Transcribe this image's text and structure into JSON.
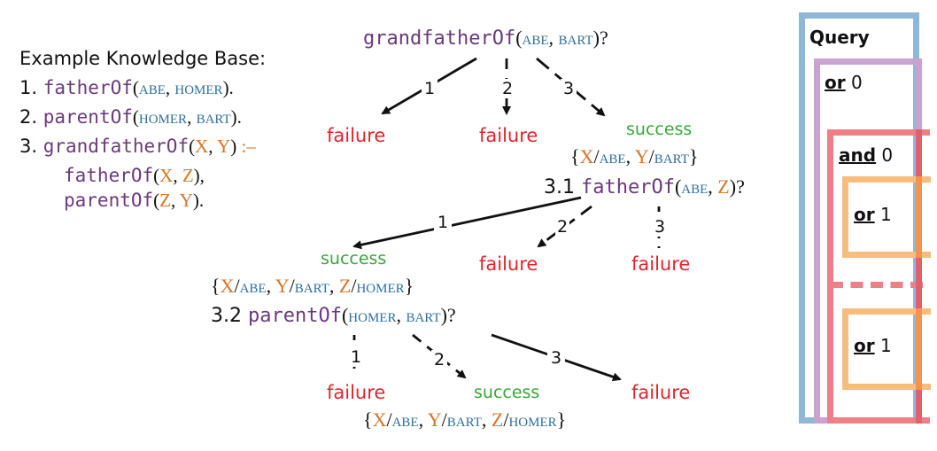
{
  "kb": {
    "title": "Example Knowledge Base:",
    "n1": "1.",
    "n2": "2.",
    "n3": "3.",
    "f1_pred": "fatherOf",
    "f1_a": "abe",
    "f1_b": "homer",
    "f2_pred": "parentOf",
    "f2_a": "homer",
    "f2_b": "bart",
    "r_pred": "grandfatherOf",
    "r_x": "X",
    "r_y": "Y",
    "r_sym": ":–",
    "b1_pred": "fatherOf",
    "b1_x": "X",
    "b1_z": "Z",
    "b2_pred": "parentOf",
    "b2_z": "Z",
    "b2_y": "Y"
  },
  "tree": {
    "root_pred": "grandfatherOf",
    "root_a": "abe",
    "root_b": "bart",
    "edge_1": "1",
    "edge_2": "2",
    "edge_3": "3",
    "failure": "failure",
    "success": "success",
    "subst1_x": "X",
    "subst1_abe": "abe",
    "subst1_y": "Y",
    "subst1_bart": "bart",
    "g31_num": "3.1",
    "g31_pred": "fatherOf",
    "g31_a": "abe",
    "g31_z": "Z",
    "subst2_x": "X",
    "subst2_abe": "abe",
    "subst2_y": "Y",
    "subst2_bart": "bart",
    "subst2_z": "Z",
    "subst2_homer": "homer",
    "g32_num": "3.2",
    "g32_pred": "parentOf",
    "g32_a": "homer",
    "g32_b": "bart",
    "subst3_x": "X",
    "subst3_abe": "abe",
    "subst3_y": "Y",
    "subst3_bart": "bart",
    "subst3_z": "Z",
    "subst3_homer": "homer"
  },
  "panel": {
    "query": "Query",
    "or0_kw": "or",
    "or0_num": "0",
    "and0_kw": "and",
    "and0_num": "0",
    "or1a_kw": "or",
    "or1a_num": "1",
    "or1b_kw": "or",
    "or1b_num": "1"
  },
  "colors": {
    "predicate": "#6b3a7d",
    "constant": "#2f6f9f",
    "variable": "#d4762a",
    "failure": "#e0242e",
    "success": "#3aa53a",
    "query_box": "#8fb8d8",
    "or_box": "#c9a2d2",
    "and_box": "#ef7f86",
    "or1_box": "#f7bd7e"
  }
}
